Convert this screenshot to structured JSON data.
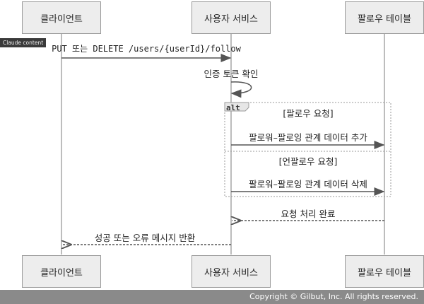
{
  "participants": [
    "클라이언트",
    "사용자 서비스",
    "팔로우 테이블"
  ],
  "badge": "Claude content",
  "messages": {
    "request": "PUT 또는 DELETE /users/{userId}/follow",
    "auth": "인증 토큰 확인",
    "add": "팔로워–팔로잉 관계 데이터 추가",
    "remove": "팔로워–팔로잉 관계 데이터 삭제",
    "done": "요청 처리 완료",
    "response": "성공 또는 오류 메시지 반환"
  },
  "alt": {
    "keyword": "alt",
    "guard1": "[팔로우 요청]",
    "guard2": "[언팔로우 요청]"
  },
  "footer": "Copyright © Gilbut, Inc. All rights reserved."
}
